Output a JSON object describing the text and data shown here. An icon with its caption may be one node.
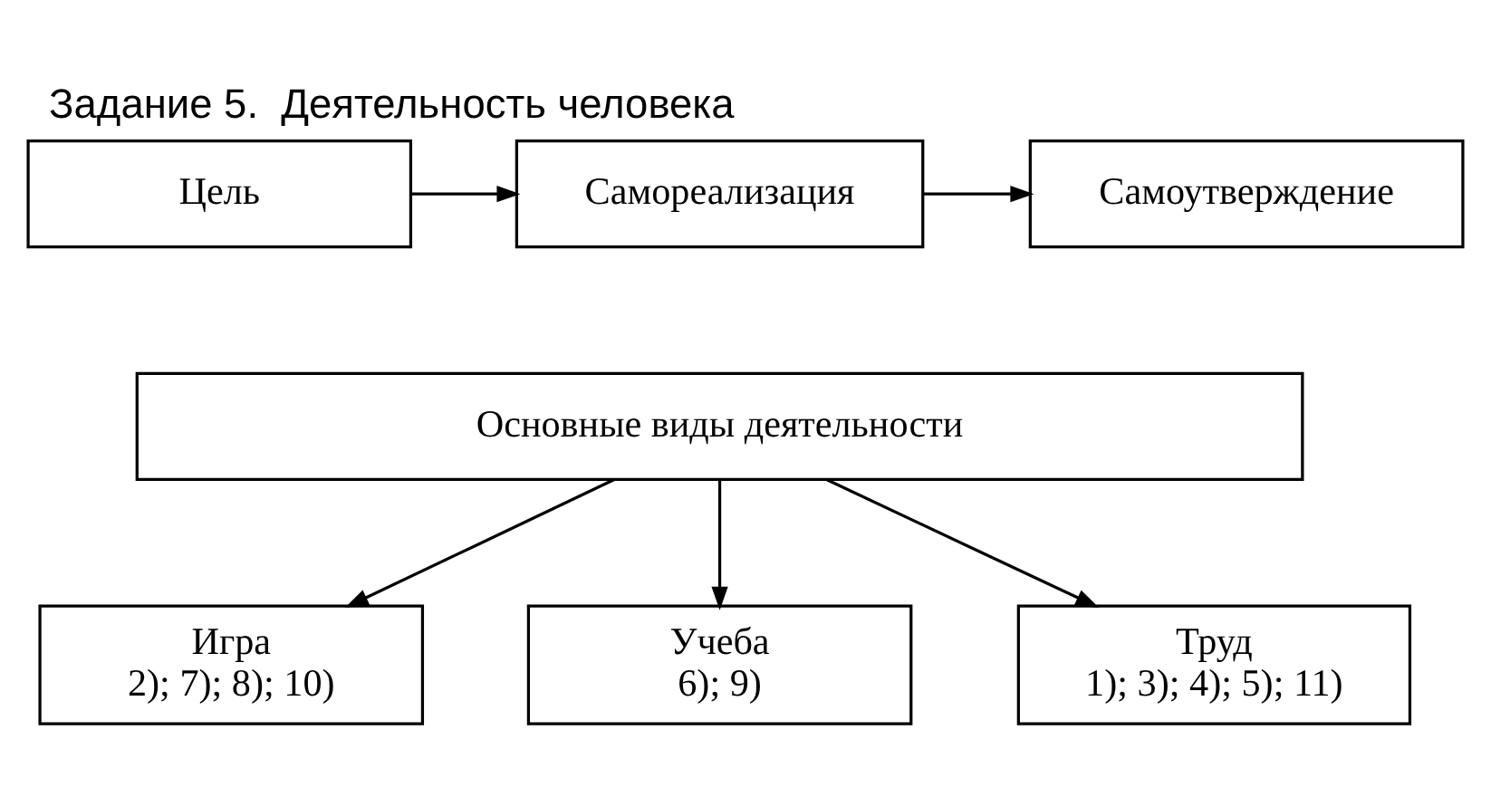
{
  "diagram": {
    "title": "Задание 5.  Деятельность человека",
    "nodes": [
      {
        "text": [
          "Цель"
        ]
      },
      {
        "text": [
          "Самореализация"
        ]
      },
      {
        "text": [
          "Самоутверждение"
        ]
      },
      {
        "text": [
          "Основные виды деятельности"
        ]
      },
      {
        "text": [
          "Игра",
          "2); 7); 8); 10)"
        ]
      },
      {
        "text": [
          "Учеба",
          "6); 9)"
        ]
      },
      {
        "text": [
          "Труд",
          "1); 3); 4); 5); 11)"
        ]
      }
    ],
    "edges": [
      {
        "from": 0,
        "to": 1,
        "arrow": "to"
      },
      {
        "from": 1,
        "to": 2,
        "arrow": "to"
      },
      {
        "from": 3,
        "to": 4,
        "arrow": "to"
      },
      {
        "from": 3,
        "to": 5,
        "arrow": "to"
      },
      {
        "from": 3,
        "to": 6,
        "arrow": "to"
      }
    ]
  }
}
